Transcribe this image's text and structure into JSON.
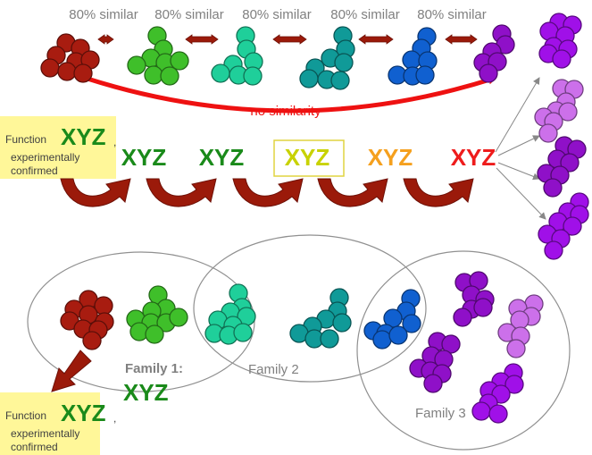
{
  "similarity_labels": [
    "80% similar",
    "80% similar",
    "80% similar",
    "80% similar",
    "80% similar"
  ],
  "no_similarity_label": "no similarity",
  "function_box_top": {
    "word": "Function",
    "big": "XYZ",
    "comma": ",",
    "line2": "experimentally",
    "line3": "confirmed"
  },
  "function_box_bottom": {
    "word": "Function",
    "big": "XYZ",
    "comma": ",",
    "line2": "experimentally",
    "line3": "confirmed"
  },
  "chain_labels": [
    {
      "text": "XYZ",
      "color": "#1a8a1a"
    },
    {
      "text": "XYZ",
      "color": "#1a8a1a"
    },
    {
      "text": "XYZ",
      "color": "#c8d200"
    },
    {
      "text": "XYZ",
      "color": "#f5a01e"
    },
    {
      "text": "XYZ",
      "color": "#ee1c1c"
    }
  ],
  "families": {
    "family1_label": "Family 1:",
    "family1_function": "XYZ",
    "family2_label": "Family 2",
    "family3_label": "Family 3"
  },
  "colors": {
    "red_cluster": "#a81c10",
    "green_cluster": "#3fbf2a",
    "mint_cluster": "#1fcf9a",
    "teal_cluster": "#109a98",
    "blue_cluster": "#1060d0",
    "purple_cluster": "#8f10c8",
    "violet_cluster": "#a010e8",
    "lavender_cluster": "#cc70ea",
    "highlight_box": "#fff799",
    "red_arrow": "#ee1111",
    "dark_red_arrow": "#9b1a0a",
    "xyz_green": "#1a8a1a"
  }
}
